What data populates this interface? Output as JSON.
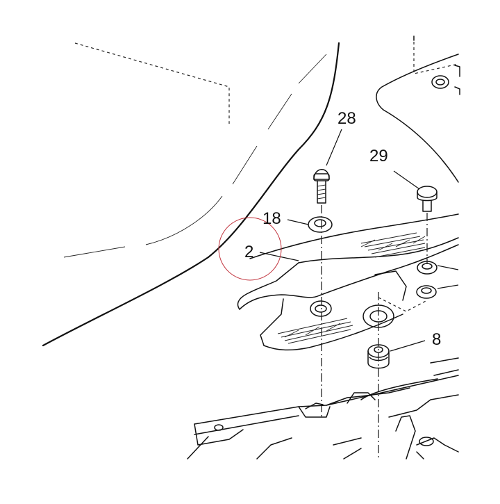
{
  "diagram": {
    "callouts": [
      {
        "id": "28",
        "label": "28"
      },
      {
        "id": "29",
        "label": "29"
      },
      {
        "id": "18",
        "label": "18"
      },
      {
        "id": "2",
        "label": "2"
      },
      {
        "id": "8",
        "label": "8"
      }
    ],
    "highlight_color": "#c0303a"
  }
}
